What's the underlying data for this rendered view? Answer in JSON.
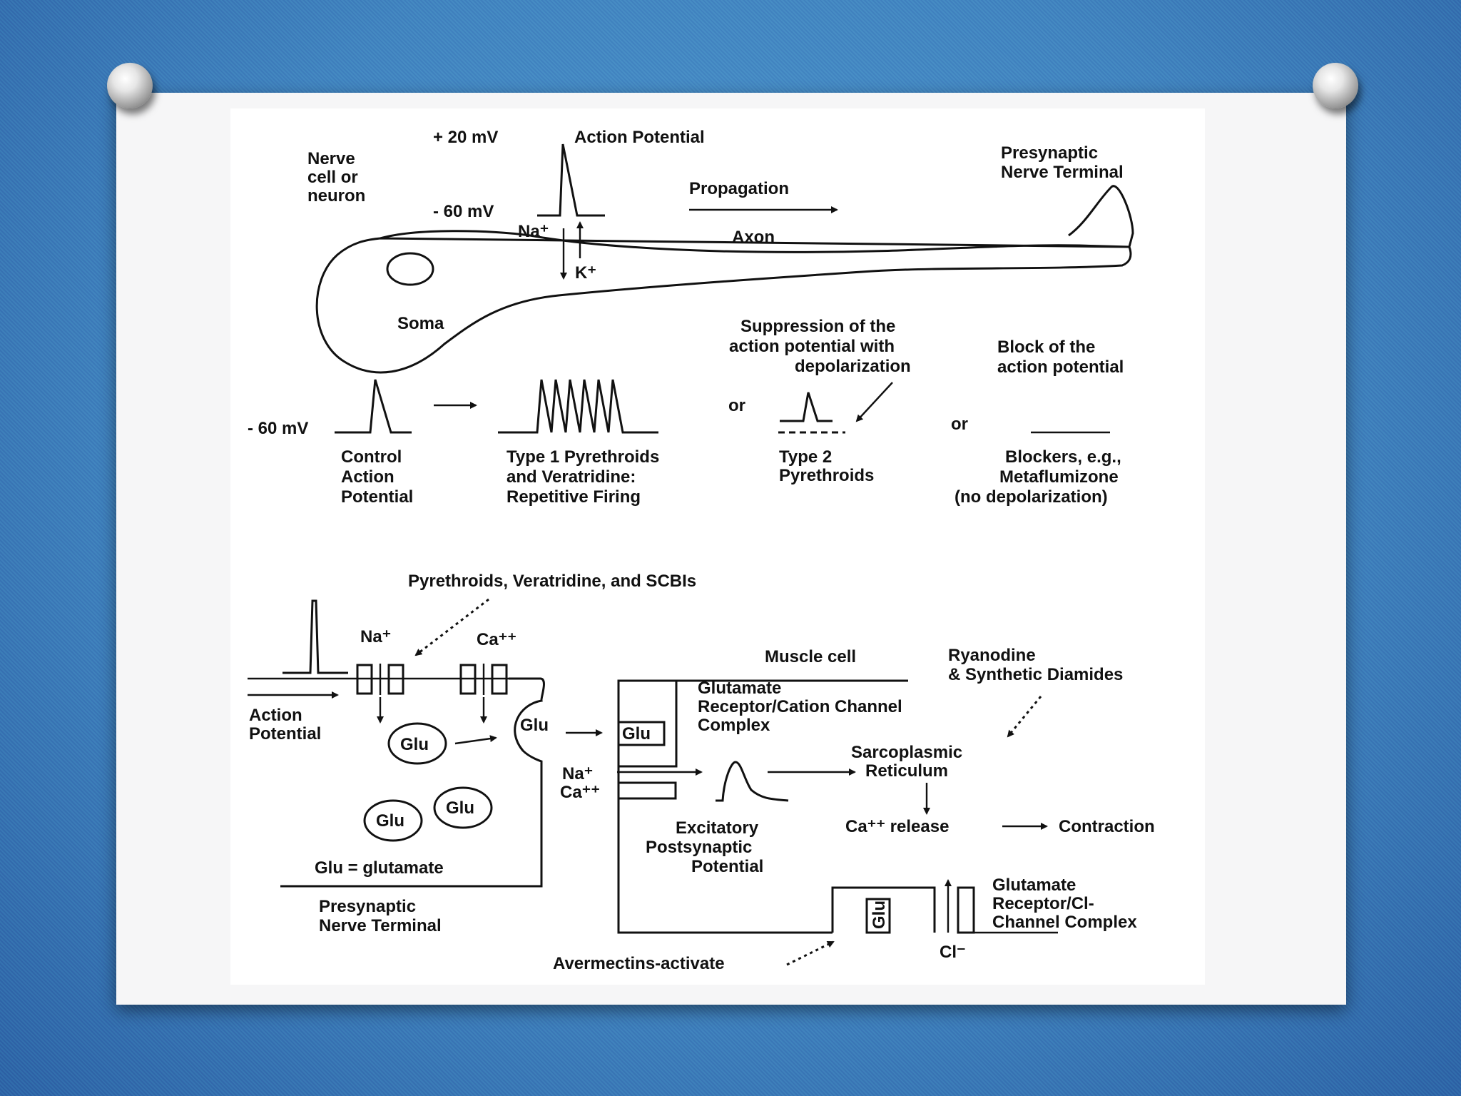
{
  "colors": {
    "background": "#5d84a7",
    "paper": "#f6f6f7",
    "figure": "#ffffff",
    "ink": "#111111"
  },
  "top": {
    "plus20": "+ 20 mV",
    "action_potential": "Action Potential",
    "nerve_cell": [
      "Nerve",
      "cell or",
      "neuron"
    ],
    "minus60": "- 60 mV",
    "na": "Na⁺",
    "k": "K⁺",
    "propagation": "Propagation",
    "axon": "Axon",
    "soma": "Soma",
    "presynaptic_terminal": [
      "Presynaptic",
      "Nerve Terminal"
    ]
  },
  "middle": {
    "minus60": "- 60 mV",
    "control_ap": [
      "Control",
      "Action",
      "Potential"
    ],
    "type1": [
      "Type 1 Pyrethroids",
      "and Veratridine:",
      "Repetitive Firing"
    ],
    "or1": "or",
    "suppression": [
      "Suppression of the",
      "action potential with",
      "depolarization"
    ],
    "type2": [
      "Type 2",
      "Pyrethroids"
    ],
    "or2": "or",
    "block": [
      "Block of the",
      "action potential"
    ],
    "blockers": [
      "Blockers, e.g.,",
      "Metaflumizone",
      "(no depolarization)"
    ]
  },
  "bottom": {
    "pyrethroids": "Pyrethroids, Veratridine, and SCBIs",
    "na": "Na⁺",
    "ca": "Ca⁺⁺",
    "action_potential": [
      "Action",
      "Potential"
    ],
    "glu": "Glu",
    "glu_def": "Glu = glutamate",
    "presynaptic_terminal": [
      "Presynaptic",
      "Nerve Terminal"
    ],
    "muscle_cell": "Muscle cell",
    "ryanodine": [
      "Ryanodine",
      "& Synthetic Diamides"
    ],
    "glu_receptor_cation": [
      "Glutamate",
      "Receptor/Cation Channel",
      "Complex"
    ],
    "na_ca": [
      "Na⁺",
      "Ca⁺⁺"
    ],
    "sarcoplasmic": [
      "Sarcoplasmic",
      "Reticulum"
    ],
    "ca_release": "Ca⁺⁺ release",
    "contraction": "Contraction",
    "epsp": [
      "Excitatory",
      "Postsynaptic",
      "Potential"
    ],
    "glu_receptor_cl": [
      "Glutamate",
      "Receptor/Cl-",
      "Channel Complex"
    ],
    "cl": "Cl⁻",
    "avermectins": "Avermectins-activate"
  }
}
